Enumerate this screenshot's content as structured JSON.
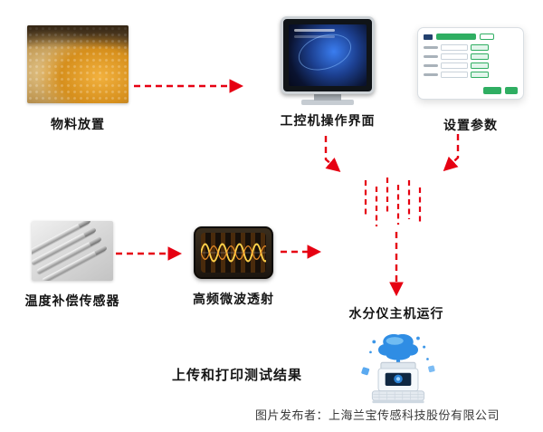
{
  "nodes": {
    "material": {
      "label": "物料放置"
    },
    "hmi": {
      "label": "工控机操作界面"
    },
    "params": {
      "label": "设置参数"
    },
    "temp_sensor": {
      "label": "温度补偿传感器"
    },
    "microwave": {
      "label": "高频微波透射"
    },
    "host": {
      "label": "水分仪主机运行"
    },
    "result": {
      "label": "上传和打印测试结果"
    }
  },
  "footer": {
    "text": "图片发布者：上海兰宝传感科技股份有限公司"
  },
  "colors": {
    "arrow": "#e60012",
    "accent_green": "#2fae62",
    "accent_blue": "#2f8de4"
  }
}
